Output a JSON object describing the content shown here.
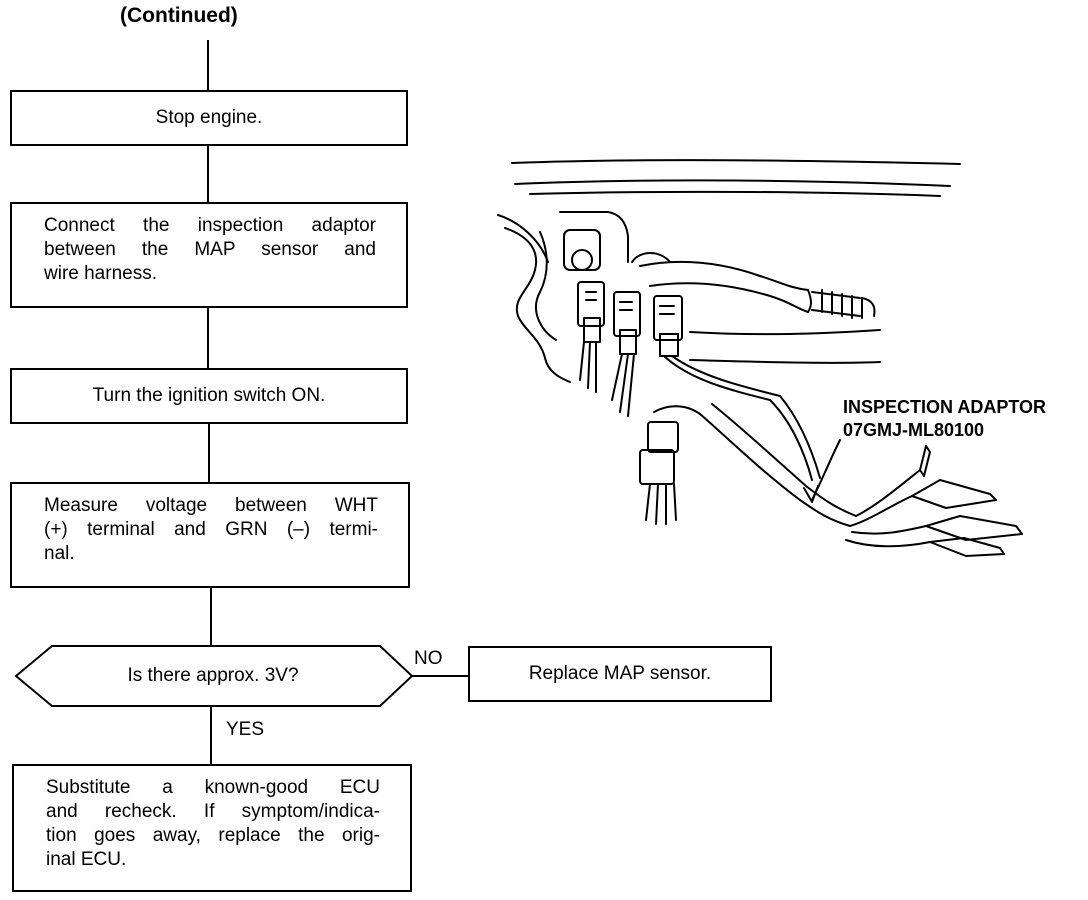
{
  "title": "(Continued)",
  "steps": {
    "step1": "Stop engine.",
    "step2": [
      "Connect the inspection adaptor",
      "between the MAP sensor and",
      "wire harness."
    ],
    "step3": "Turn the ignition switch ON.",
    "step4": [
      "Measure voltage between WHT",
      "(+) terminal and GRN (–) termi-",
      "nal."
    ],
    "decision": "Is there approx. 3V?",
    "no_label": "NO",
    "no_action": "Replace MAP sensor.",
    "yes_label": "YES",
    "step5": [
      "Substitute a known-good ECU",
      "and recheck. If symptom/indica-",
      "tion goes away, replace the orig-",
      "inal ECU."
    ]
  },
  "illustration": {
    "callout_line1": "INSPECTION ADAPTOR",
    "callout_line2": "07GMJ-ML80100"
  }
}
